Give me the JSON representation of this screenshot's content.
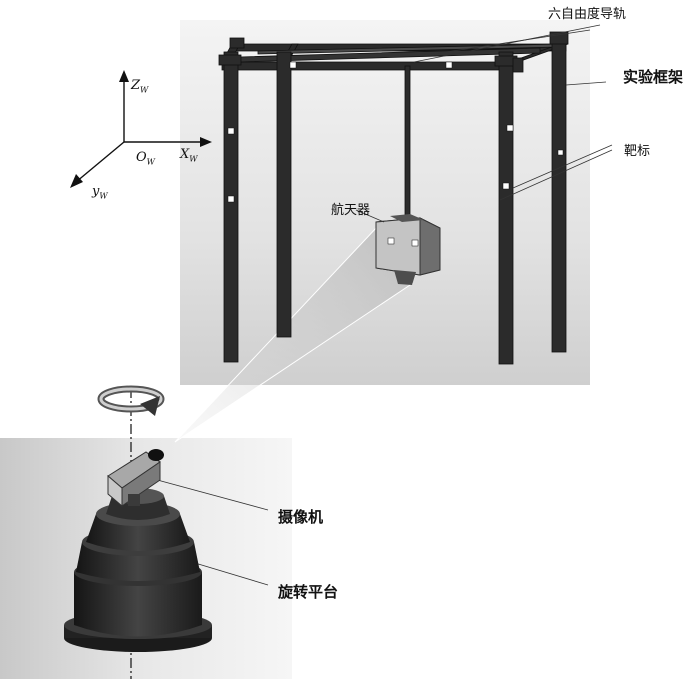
{
  "labels": {
    "rail": "六自由度导轨",
    "frame": "实验框架",
    "target": "靶标",
    "spacecraft": "航天器",
    "camera": "摄像机",
    "platform": "旋转平台"
  },
  "axes": {
    "z": "Z",
    "z_sub": "W",
    "x": "X",
    "x_sub": "W",
    "y": "y",
    "y_sub": "W",
    "o": "O",
    "o_sub": "W"
  },
  "colors": {
    "frame_dark": "#2b2b2b",
    "background_grey": "#d9d9d9",
    "platform_dark": "#3a3a3a",
    "view_cone": "#d0d0d0"
  }
}
